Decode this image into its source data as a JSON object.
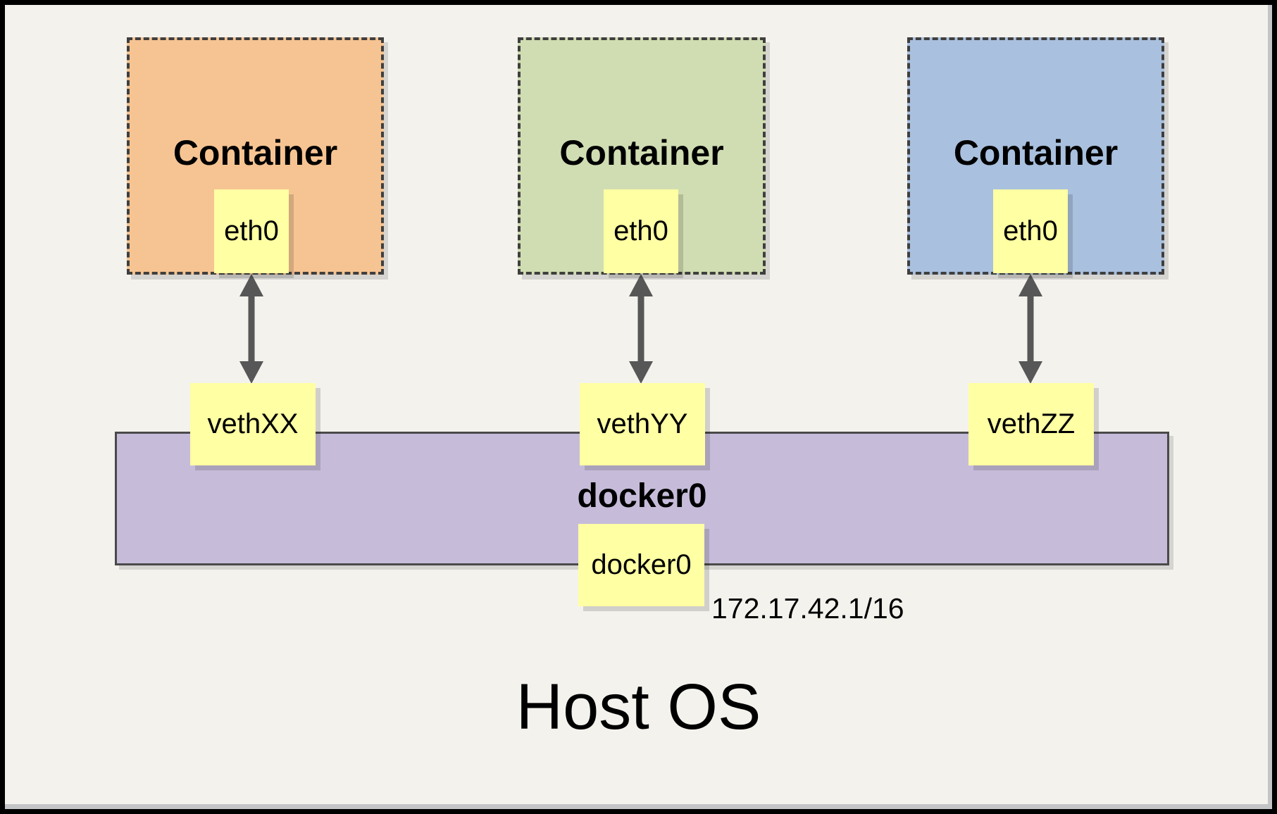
{
  "columns": [
    {
      "container_label": "Container",
      "container_fill": "#f6c492",
      "eth_label": "eth0",
      "veth_label": "vethXX"
    },
    {
      "container_label": "Container",
      "container_fill": "#d0ddb2",
      "eth_label": "eth0",
      "veth_label": "vethYY"
    },
    {
      "container_label": "Container",
      "container_fill": "#a9c0de",
      "eth_label": "eth0",
      "veth_label": "vethZZ"
    }
  ],
  "bridge": {
    "label": "docker0",
    "interface_label": "docker0",
    "ip_address": "172.17.42.1/16",
    "fill": "#c6bcda"
  },
  "host": {
    "label": "Host OS"
  },
  "colors": {
    "canvas_background": "#f4f2ed",
    "frame_border": "#000000",
    "note_fill": "#ffffa3",
    "connector": "#575757",
    "dashed_border": "#3f3f3f",
    "bridge_border": "#4a4a4a"
  }
}
